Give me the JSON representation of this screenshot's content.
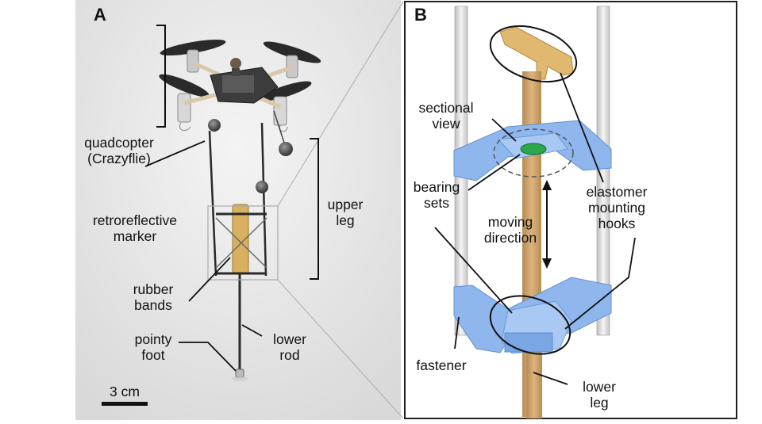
{
  "panels": {
    "a": {
      "letter": "A",
      "labels": {
        "quadcopter_l1": "quadcopter",
        "quadcopter_l2": "(Crazyflie)",
        "marker_l1": "retroreflective",
        "marker_l2": "marker",
        "upper_leg_l1": "upper",
        "upper_leg_l2": "leg",
        "rubber_l1": "rubber",
        "rubber_l2": "bands",
        "foot_l1": "pointy",
        "foot_l2": "foot",
        "rod_l1": "lower",
        "rod_l2": "rod"
      },
      "scale_bar": "3 cm"
    },
    "b": {
      "letter": "B",
      "labels": {
        "sectional_l1": "sectional",
        "sectional_l2": "view",
        "bearing_l1": "bearing",
        "bearing_l2": "sets",
        "moving_l1": "moving",
        "moving_l2": "direction",
        "elastomer_l1": "elastomer",
        "elastomer_l2": "mounting",
        "elastomer_l3": "hooks",
        "fastener": "fastener",
        "lower_leg_l1": "lower",
        "lower_leg_l2": "leg"
      }
    }
  },
  "colors": {
    "background_a": "#e6e6e6",
    "frame_b": "#222222",
    "bearing_plastic": "#8fb7ee",
    "wood_rod": "#c9a36b",
    "handle": "#e0b870",
    "bearing_green": "#2aa84a"
  }
}
